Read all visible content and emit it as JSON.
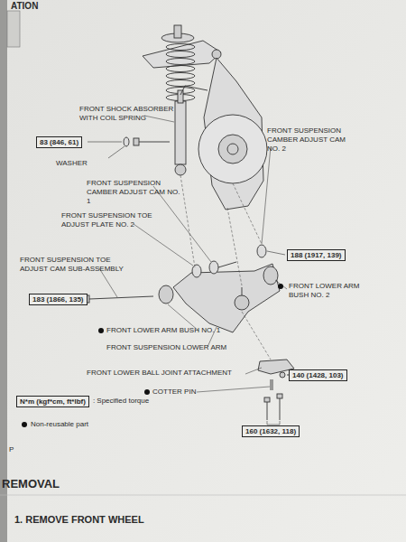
{
  "diagram": {
    "nodes": [
      {
        "text": [
          "83 (846, 61)"
        ]
      },
      {
        "text": [
          "188 (1917, 139)"
        ]
      },
      {
        "text": [
          "183 (1866, 135)"
        ]
      },
      {
        "text": [
          "140 (1428, 103)"
        ]
      },
      {
        "text": [
          "N*m (kgf*cm, ft*lbf)"
        ]
      },
      {
        "text": [
          "160 (1632, 118)"
        ]
      }
    ],
    "labels": [
      "ATION",
      "FRONT SHOCK ABSORBER WITH COIL SPRING",
      "WASHER",
      "FRONT SUSPENSION CAMBER ADJUST CAM NO. 2",
      "FRONT SUSPENSION CAMBER ADJUST CAM NO. 1",
      "FRONT SUSPENSION TOE ADJUST PLATE NO. 2",
      "FRONT SUSPENSION TOE ADJUST CAM SUB-ASSEMBLY",
      "FRONT LOWER ARM BUSH NO. 2",
      "FRONT LOWER ARM BUSH NO. 1",
      "FRONT SUSPENSION LOWER ARM",
      "FRONT LOWER BALL JOINT ATTACHMENT",
      "COTTER PIN",
      "P",
      "REMOVAL",
      "1. REMOVE FRONT WHEEL"
    ],
    "legend": [
      {
        "text": ": Specified torque"
      },
      {
        "text": "Non-reusable part"
      }
    ]
  }
}
